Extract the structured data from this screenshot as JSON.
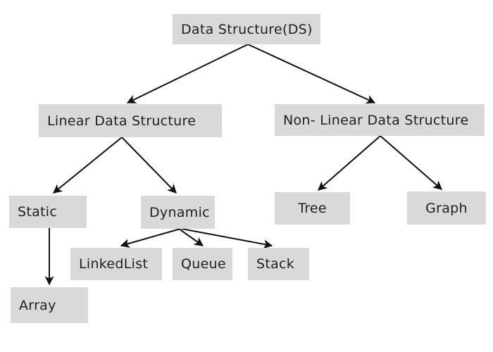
{
  "nodes": {
    "ds": {
      "label": "Data Structure(DS)"
    },
    "linear": {
      "label": "Linear Data Structure"
    },
    "nonlinear": {
      "label": "Non- Linear Data Structure"
    },
    "static": {
      "label": "Static"
    },
    "dynamic": {
      "label": "Dynamic"
    },
    "tree": {
      "label": "Tree"
    },
    "graph": {
      "label": "Graph"
    },
    "linkedlist": {
      "label": "LinkedList"
    },
    "queue": {
      "label": "Queue"
    },
    "stack": {
      "label": "Stack"
    },
    "array": {
      "label": "Array"
    }
  },
  "edges": [
    {
      "from": "ds",
      "to": "linear"
    },
    {
      "from": "ds",
      "to": "nonlinear"
    },
    {
      "from": "linear",
      "to": "static"
    },
    {
      "from": "linear",
      "to": "dynamic"
    },
    {
      "from": "nonlinear",
      "to": "tree"
    },
    {
      "from": "nonlinear",
      "to": "graph"
    },
    {
      "from": "dynamic",
      "to": "linkedlist"
    },
    {
      "from": "dynamic",
      "to": "queue"
    },
    {
      "from": "dynamic",
      "to": "stack"
    },
    {
      "from": "static",
      "to": "array"
    }
  ],
  "colors": {
    "background": "#ffffff",
    "node_fill": "#d9d9d9",
    "line": "#111111",
    "text": "#1f1f1f"
  }
}
